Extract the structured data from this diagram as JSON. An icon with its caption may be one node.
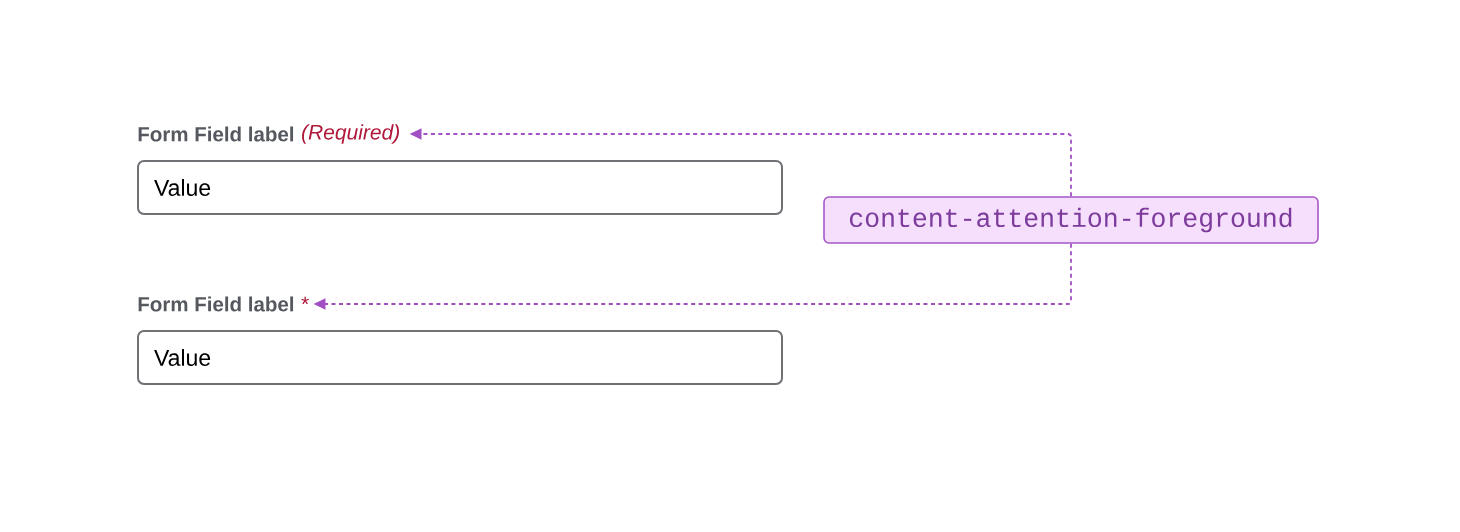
{
  "diagram": {
    "nodes": [
      {
        "text": [
          "(Required)"
        ]
      },
      {
        "text": [
          "Value"
        ]
      },
      {
        "text": [
          "content-attention-foreground"
        ]
      },
      {
        "text": [
          "*"
        ]
      },
      {
        "text": [
          "Value"
        ]
      }
    ],
    "edges": [
      {
        "from": 2,
        "to": 0,
        "arrow": "to",
        "style": "dashed"
      },
      {
        "from": 2,
        "to": 3,
        "arrow": "to",
        "style": "dashed"
      }
    ],
    "labels": [
      "Form Field label",
      "Form Field label"
    ]
  }
}
